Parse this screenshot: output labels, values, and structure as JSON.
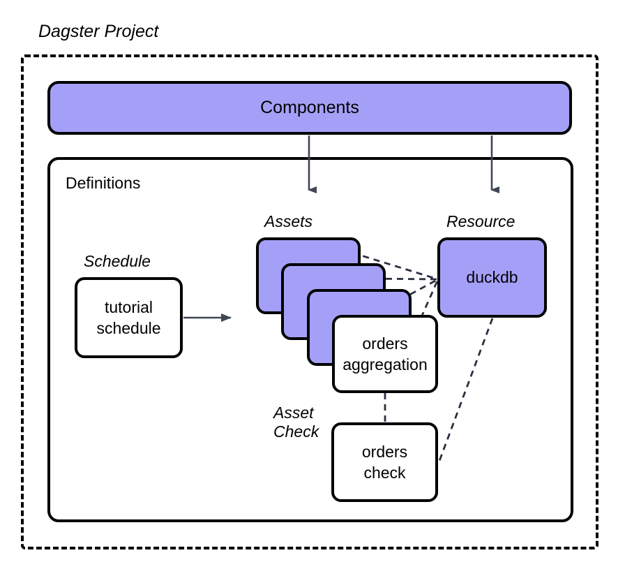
{
  "diagram": {
    "title": "Dagster Project",
    "container_style": "dashed-border",
    "accent_color": "#a5a0f7",
    "line_color": "#3f4654",
    "border_color": "#000000"
  },
  "components": {
    "label": "Components"
  },
  "definitions": {
    "label": "Definitions"
  },
  "groups": {
    "assets_label": "Assets",
    "resource_label": "Resource",
    "schedule_label": "Schedule",
    "asset_check_label": "Asset\nCheck"
  },
  "nodes": {
    "asset_card_1": "",
    "asset_card_2": "",
    "asset_card_3": "",
    "orders_aggregation": "orders\naggregation",
    "duckdb": "duckdb",
    "tutorial_schedule": "tutorial\nschedule",
    "orders_check": "orders\ncheck"
  },
  "edges": [
    {
      "from": "components",
      "to": "assets",
      "style": "solid-arrow"
    },
    {
      "from": "components",
      "to": "resource",
      "style": "solid-arrow"
    },
    {
      "from": "tutorial_schedule",
      "to": "assets",
      "style": "solid-arrow"
    },
    {
      "from": "asset_card_1",
      "to": "duckdb",
      "style": "dashed"
    },
    {
      "from": "asset_card_2",
      "to": "duckdb",
      "style": "dashed"
    },
    {
      "from": "asset_card_3",
      "to": "duckdb",
      "style": "dashed"
    },
    {
      "from": "orders_aggregation",
      "to": "duckdb",
      "style": "dashed"
    },
    {
      "from": "orders_aggregation",
      "to": "orders_check",
      "style": "dashed"
    },
    {
      "from": "duckdb",
      "to": "orders_check",
      "style": "dashed"
    }
  ]
}
